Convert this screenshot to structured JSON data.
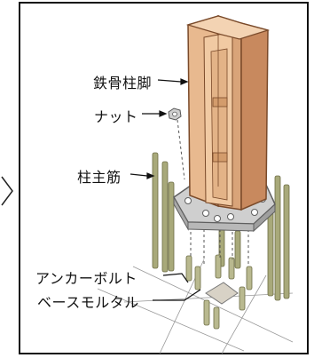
{
  "labels": {
    "column_base": "鉄骨柱脚",
    "nut": "ナット",
    "main_rebar": "柱主筋",
    "anchor_bolt": "アンカーボルト",
    "base_mortar": "ベースモルタル"
  },
  "colors": {
    "column_face": "#e8b98f",
    "column_shadow": "#c8895e",
    "column_line": "#7a4a2a",
    "plate": "#cfcfcf",
    "plate_edge": "#6a6a6a",
    "rebar": "#9a9a6a",
    "dash": "#555555",
    "mortar": "#d8d2c6"
  }
}
